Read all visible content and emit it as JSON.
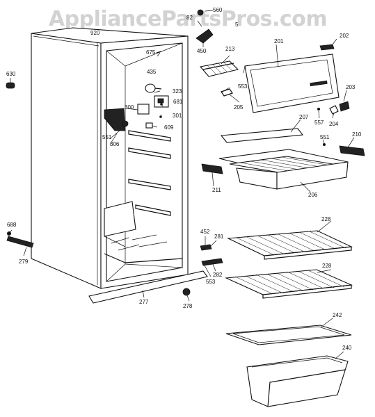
{
  "watermark": "AppliancePartsPros.com",
  "callouts": [
    {
      "id": "920",
      "text": "920"
    },
    {
      "id": "560",
      "text": "560"
    },
    {
      "id": "82",
      "text": "82"
    },
    {
      "id": "5",
      "text": "5"
    },
    {
      "id": "450",
      "text": "450"
    },
    {
      "id": "630",
      "text": "630"
    },
    {
      "id": "675",
      "text": "675"
    },
    {
      "id": "435",
      "text": "435"
    },
    {
      "id": "323",
      "text": "323"
    },
    {
      "id": "681",
      "text": "681"
    },
    {
      "id": "300",
      "text": "300"
    },
    {
      "id": "301",
      "text": "301"
    },
    {
      "id": "609",
      "text": "609"
    },
    {
      "id": "551a",
      "text": "551"
    },
    {
      "id": "306",
      "text": "306"
    },
    {
      "id": "213",
      "text": "213"
    },
    {
      "id": "201",
      "text": "201"
    },
    {
      "id": "202",
      "text": "202"
    },
    {
      "id": "553a",
      "text": "553"
    },
    {
      "id": "205",
      "text": "205"
    },
    {
      "id": "203",
      "text": "203"
    },
    {
      "id": "207",
      "text": "207"
    },
    {
      "id": "557",
      "text": "557"
    },
    {
      "id": "204",
      "text": "204"
    },
    {
      "id": "551b",
      "text": "551"
    },
    {
      "id": "210",
      "text": "210"
    },
    {
      "id": "211",
      "text": "211"
    },
    {
      "id": "206",
      "text": "206"
    },
    {
      "id": "688",
      "text": "688"
    },
    {
      "id": "279",
      "text": "279"
    },
    {
      "id": "452",
      "text": "452"
    },
    {
      "id": "281",
      "text": "281"
    },
    {
      "id": "228a",
      "text": "228"
    },
    {
      "id": "282",
      "text": "282"
    },
    {
      "id": "553b",
      "text": "553"
    },
    {
      "id": "228b",
      "text": "228"
    },
    {
      "id": "277",
      "text": "277"
    },
    {
      "id": "278",
      "text": "278"
    },
    {
      "id": "242",
      "text": "242"
    },
    {
      "id": "240",
      "text": "240"
    }
  ]
}
